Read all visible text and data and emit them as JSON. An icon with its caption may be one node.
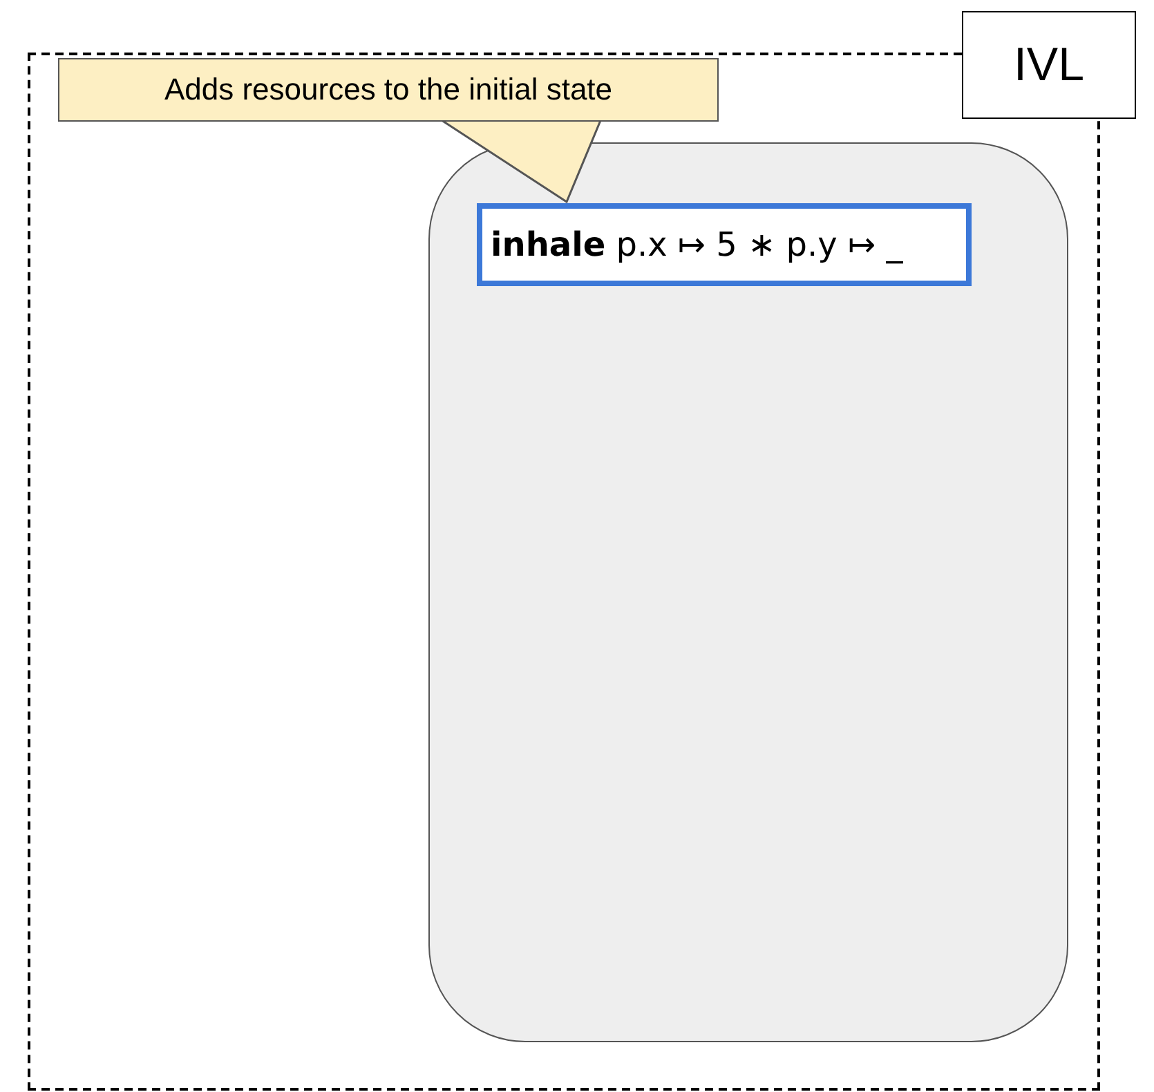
{
  "diagram": {
    "nodes": [
      {
        "text": [
          "IVL"
        ]
      },
      {
        "text": [],
        "shape": "box",
        "in": 0
      },
      {
        "text": [
          "**inhale** p.x ↦ 5 ∗ p.y ↦ _"
        ],
        "in": 1
      },
      {
        "text": [
          "Adds resources to the initial state"
        ],
        "in": 0
      }
    ],
    "edges": [
      {
        "from": 3,
        "to": 2,
        "arrow": "none"
      }
    ]
  }
}
